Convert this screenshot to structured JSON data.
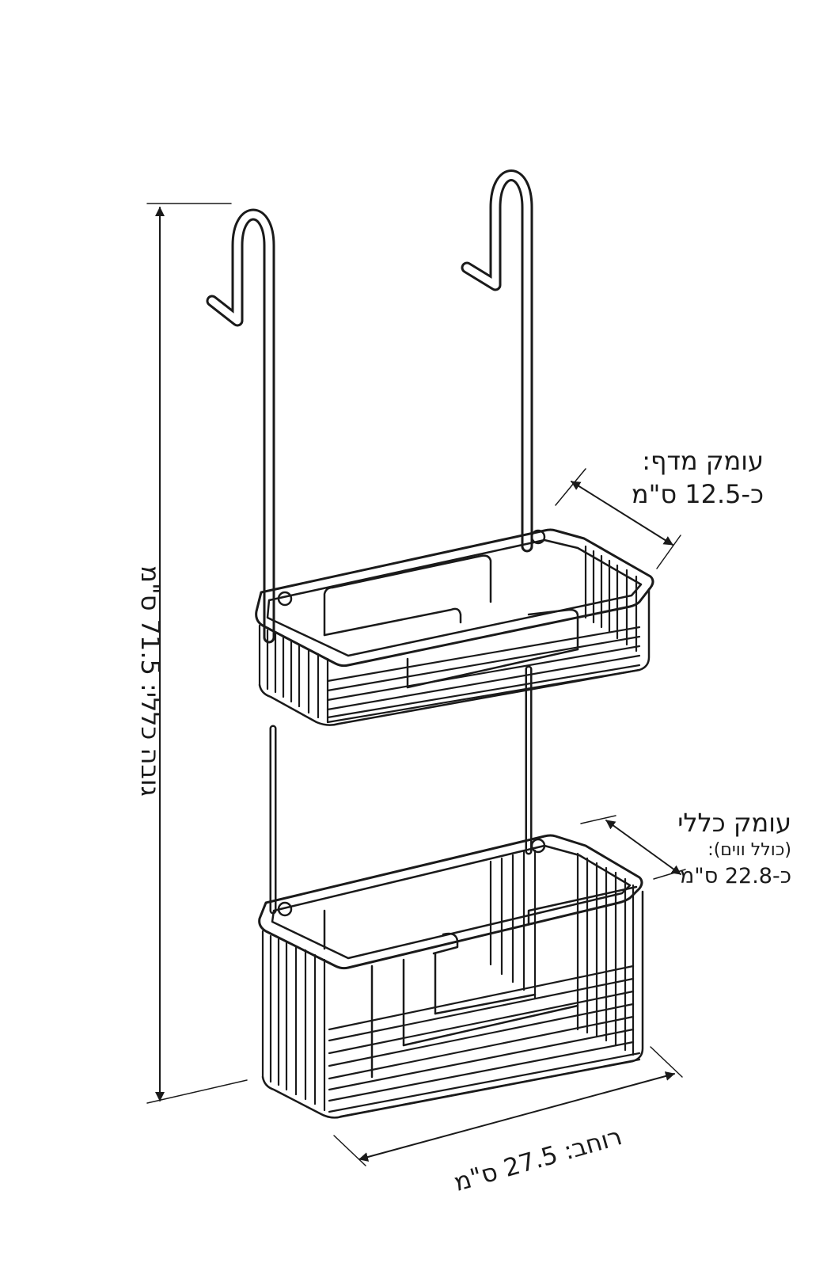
{
  "colors": {
    "stroke": "#1a1a1a",
    "background": "#ffffff"
  },
  "labels": {
    "total_height": "גובה כללי: 71.5 ס\"מ",
    "shelf_depth_title": "עומק מדף:",
    "shelf_depth_value": "כ-12.5 ס\"מ",
    "overall_depth_title": "עומק כללי",
    "overall_depth_subtitle": "(כולל ווים):",
    "overall_depth_value": "כ-22.8 ס\"מ",
    "width": "רוחב: 27.5 ס\"מ"
  }
}
